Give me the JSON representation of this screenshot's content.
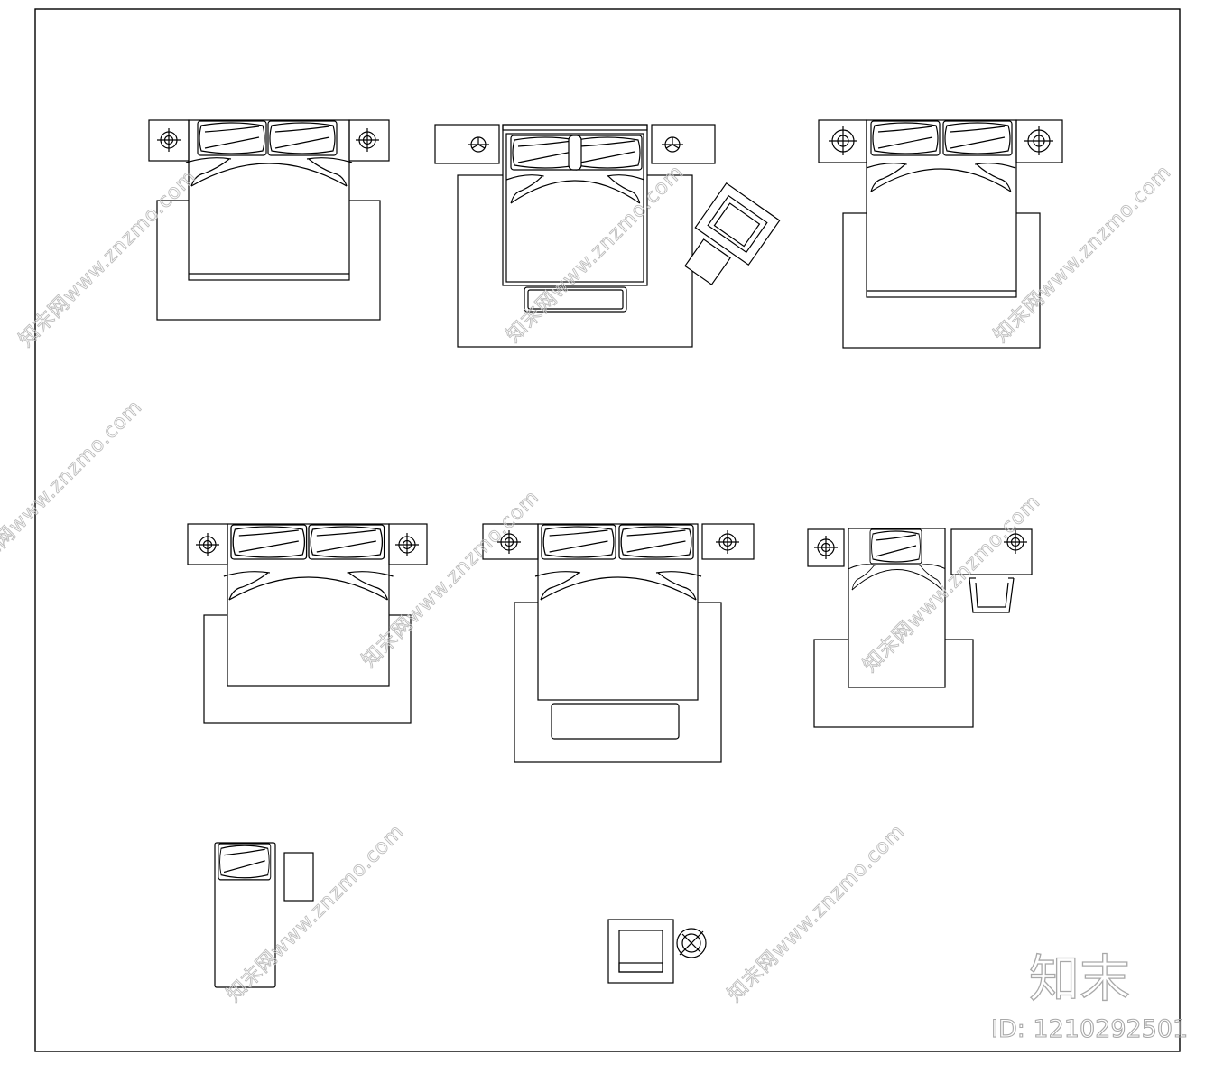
{
  "watermark": {
    "text": "知末网www.znzmo.com",
    "short_text": "知末网www.znzmo.com"
  },
  "logo": {
    "text": "知末"
  },
  "id_label": {
    "text": "ID: 1210292501"
  },
  "colors": {
    "line": "#000000",
    "watermark": "#bdbdbd",
    "logo": "#a8a8a8"
  },
  "symbols": [
    "double-bed-rug-nightstands",
    "king-bed-armchair-bench",
    "double-bed-rug-lamps",
    "double-bed-wide-rug",
    "double-bed-rug-bench",
    "single-bed-desk-chair",
    "single-cot-side-table",
    "armchair-floor-lamp"
  ]
}
